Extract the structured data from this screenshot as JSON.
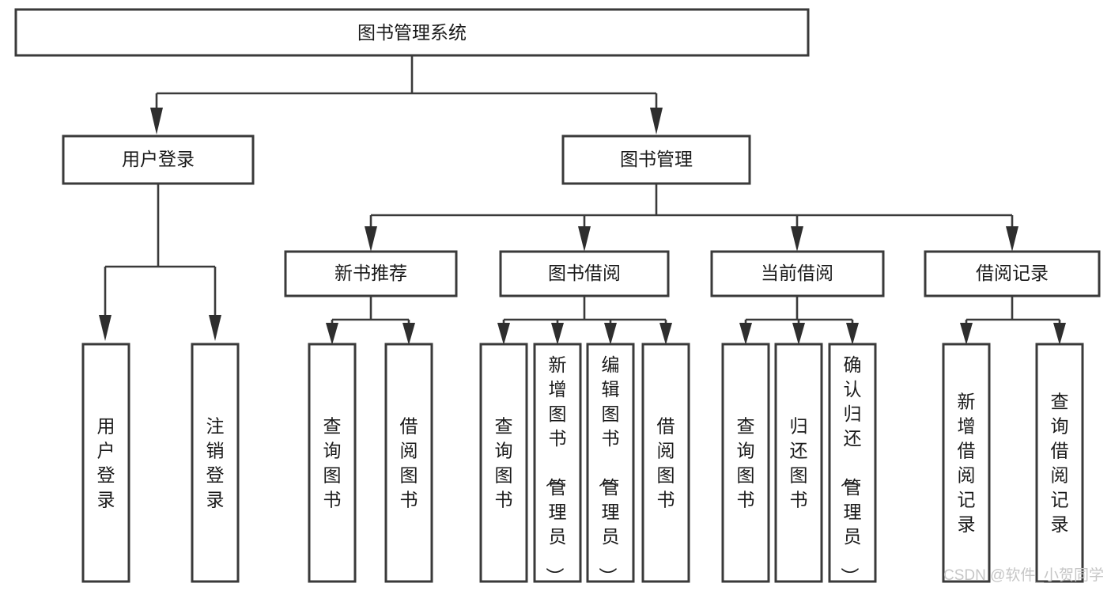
{
  "diagram": {
    "type": "hierarchy-tree",
    "title": "图书管理系统",
    "root": {
      "label": "图书管理系统",
      "level": 0
    },
    "level1": [
      {
        "label": "用户登录"
      },
      {
        "label": "图书管理"
      }
    ],
    "level2": [
      {
        "label": "新书推荐",
        "parent": "图书管理"
      },
      {
        "label": "图书借阅",
        "parent": "图书管理"
      },
      {
        "label": "当前借阅",
        "parent": "图书管理"
      },
      {
        "label": "借阅记录",
        "parent": "图书管理"
      }
    ],
    "leaves": {
      "user_login": [
        {
          "label": "用户登录"
        },
        {
          "label": "注销登录"
        }
      ],
      "new_book_recommend": [
        {
          "label": "查询图书"
        },
        {
          "label": "借阅图书"
        }
      ],
      "book_borrow": [
        {
          "label": "查询图书"
        },
        {
          "label": "新增图书（管理员）"
        },
        {
          "label": "编辑图书（管理员）"
        },
        {
          "label": "借阅图书"
        }
      ],
      "current_borrow": [
        {
          "label": "查询图书"
        },
        {
          "label": "归还图书"
        },
        {
          "label": "确认归还（管理员）"
        }
      ],
      "borrow_record": [
        {
          "label": "新增借阅记录"
        },
        {
          "label": "查询借阅记录"
        }
      ]
    },
    "watermark": "CSDN @软件_小贺同学",
    "colors": {
      "box_stroke": "#3a3a3a",
      "box_fill": "#ffffff",
      "connector": "#3a3a3a",
      "text": "#1a1a1a",
      "watermark": "#c6c6c6",
      "background": "#ffffff"
    }
  }
}
